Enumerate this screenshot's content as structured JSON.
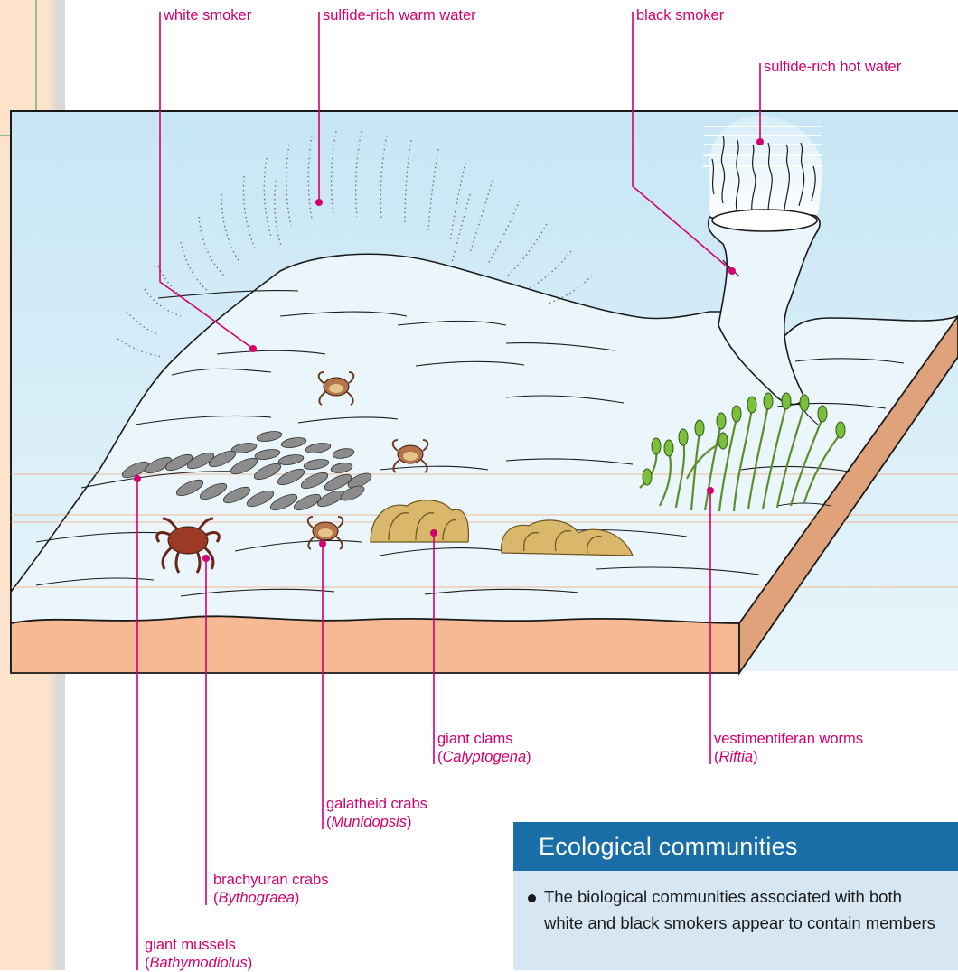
{
  "labels": {
    "white_smoker": "white smoker",
    "sulfide_warm": "sulfide-rich warm water",
    "black_smoker": "black smoker",
    "sulfide_hot": "sulfide-rich hot water",
    "giant_clams": {
      "common": "giant clams",
      "genus": "Calyptogena"
    },
    "vestimentiferan": {
      "common": "vestimentiferan worms",
      "genus": "Riftia"
    },
    "galatheid": {
      "common": "galatheid crabs",
      "genus": "Munidopsis"
    },
    "brachyuran": {
      "common": "brachyuran crabs",
      "genus": "Bythograea"
    },
    "mussels": {
      "common": "giant mussels",
      "genus": "Bathymodiolus"
    }
  },
  "box": {
    "title": "Ecological communities",
    "body": "The biological communities associated with both white and black smokers appear to contain members"
  },
  "colors": {
    "label": "#d4006f",
    "water": "#cfe9f6",
    "seafloor": "#eaf6fb",
    "sediment": "#f5b993",
    "margin": "#fde3cc",
    "box_header": "#1a6ea8",
    "box_body": "#d6e6f3",
    "worm": "#7cbf3c",
    "clam": "#d9b86c",
    "crab": "#9c3a26",
    "mussel": "#8c8c8c"
  }
}
